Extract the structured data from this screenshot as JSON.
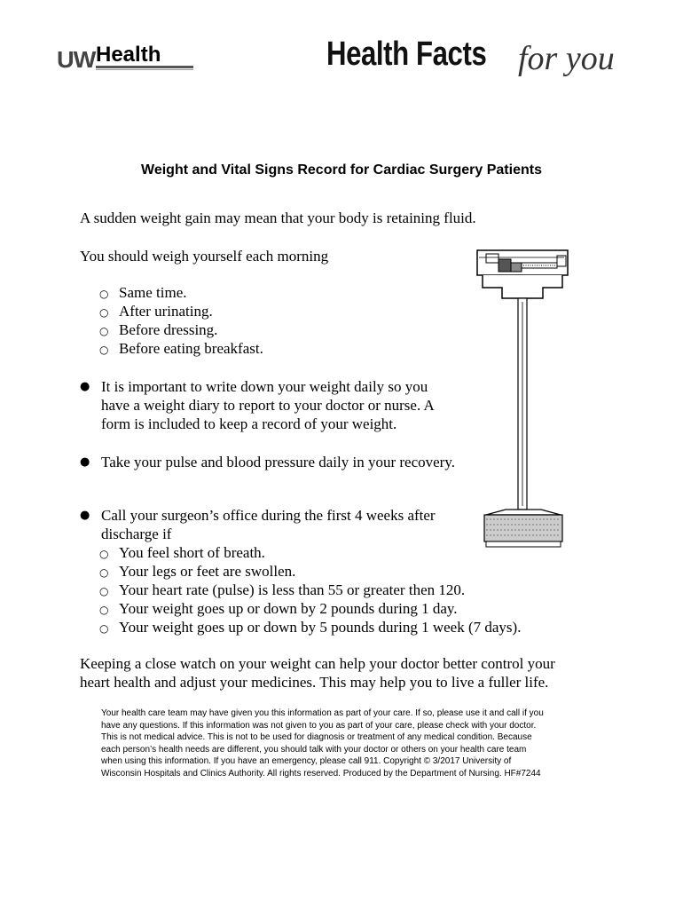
{
  "header": {
    "org_logo": "UWHealth",
    "org_logo_uw": "UW",
    "org_logo_health": "Health",
    "series_title": "Health Facts",
    "series_tagline": "for you"
  },
  "title": "Weight and Vital Signs Record for Cardiac Surgery Patients",
  "intro": "A sudden weight gain may mean that your body is retaining fluid.",
  "weigh_intro": "You should weigh yourself each morning",
  "weigh_items": [
    "Same time.",
    "After urinating.",
    "Before dressing.",
    "Before eating breakfast."
  ],
  "bullet1_lines": [
    "It is important to write down your weight daily so you",
    "have a weight diary to report to your doctor or nurse.  A",
    "form is included to keep a record of your weight."
  ],
  "bullet2": "Take your pulse and blood pressure daily in your recovery.",
  "bullet3_lines": [
    "Call your surgeon’s office during the first 4 weeks after",
    "discharge if"
  ],
  "call_items": [
    "You feel short of breath.",
    "Your legs or feet are swollen.",
    "Your heart rate (pulse) is less than 55 or greater then 120.",
    "Your weight goes up or down by 2 pounds during 1 day.",
    "Your weight goes up or down by 5 pounds during 1 week (7 days)."
  ],
  "closing_lines": [
    "Keeping a close watch on your weight can help your doctor better control your",
    "heart health and adjust your medicines.  This may help you to live a fuller life."
  ],
  "footer_lines": [
    "Your health care team may have given you this information as part of your care. If so, please use it and call if you",
    "have any questions. If this information was not given to you as part of your care, please check with your doctor.",
    "This is not medical advice. This is not to be used for diagnosis or treatment of any medical condition. Because",
    "each person’s health needs are different, you should talk with your doctor or others on your health care team",
    "when using this information. If you have an emergency, please call 911. Copyright © 3/2017 University of",
    "Wisconsin Hospitals and Clinics Authority. All rights reserved. Produced by the Department of Nursing. HF#7244"
  ],
  "icons": {
    "scale": "medical-scale-illustration",
    "bullet": "bullet-dot",
    "sub_bullet": "hollow-circle"
  }
}
